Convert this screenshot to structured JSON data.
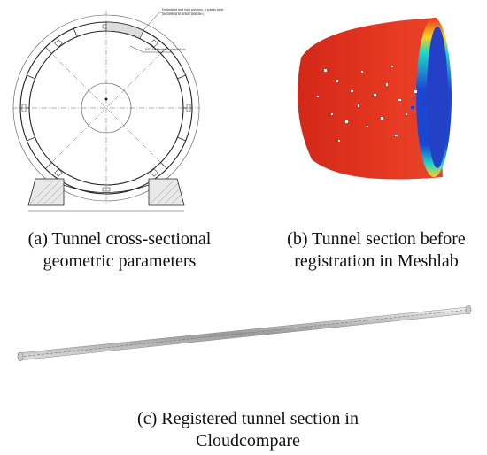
{
  "figure": {
    "panels": [
      {
        "id": "a",
        "caption_line1": "(a) Tunnel cross-sectional",
        "caption_line2": "geometric parameters",
        "annotations": {
          "note1": "Embedded bolt hole position, 4 places total",
          "note2": "(according to actual position)",
          "note3": "Ø70 Embedded bolt position"
        }
      },
      {
        "id": "b",
        "caption_line1": "(b) Tunnel section before",
        "caption_line2": "registration in Meshlab",
        "colors": {
          "outer": "#dd2a1c",
          "rim_high": "#ffd21a",
          "rim_mid": "#21d7c7",
          "rim_low": "#1a46d4"
        }
      },
      {
        "id": "c",
        "caption_line1": "(c) Registered tunnel section in",
        "caption_line2": "Cloudcompare"
      }
    ]
  }
}
